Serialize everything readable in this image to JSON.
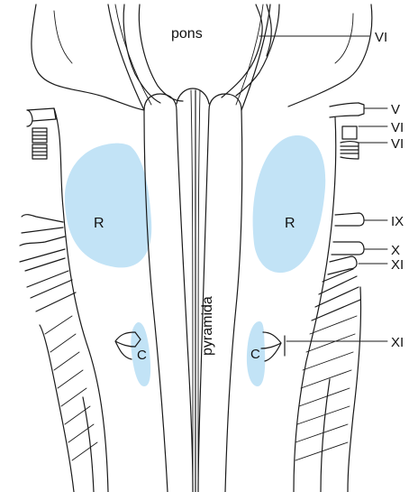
{
  "labels": {
    "pons": "pons",
    "pyramida": "pyramida",
    "region_r_left": "R",
    "region_r_right": "R",
    "region_c_left": "C",
    "region_c_right": "C"
  },
  "nerve_labels": [
    "VI",
    "V",
    "VI",
    "VI",
    "IX",
    "X",
    "XI",
    "XI"
  ],
  "colors": {
    "region_fill": "#bfe1f6",
    "line": "#1a1a1a",
    "background": "#ffffff"
  }
}
